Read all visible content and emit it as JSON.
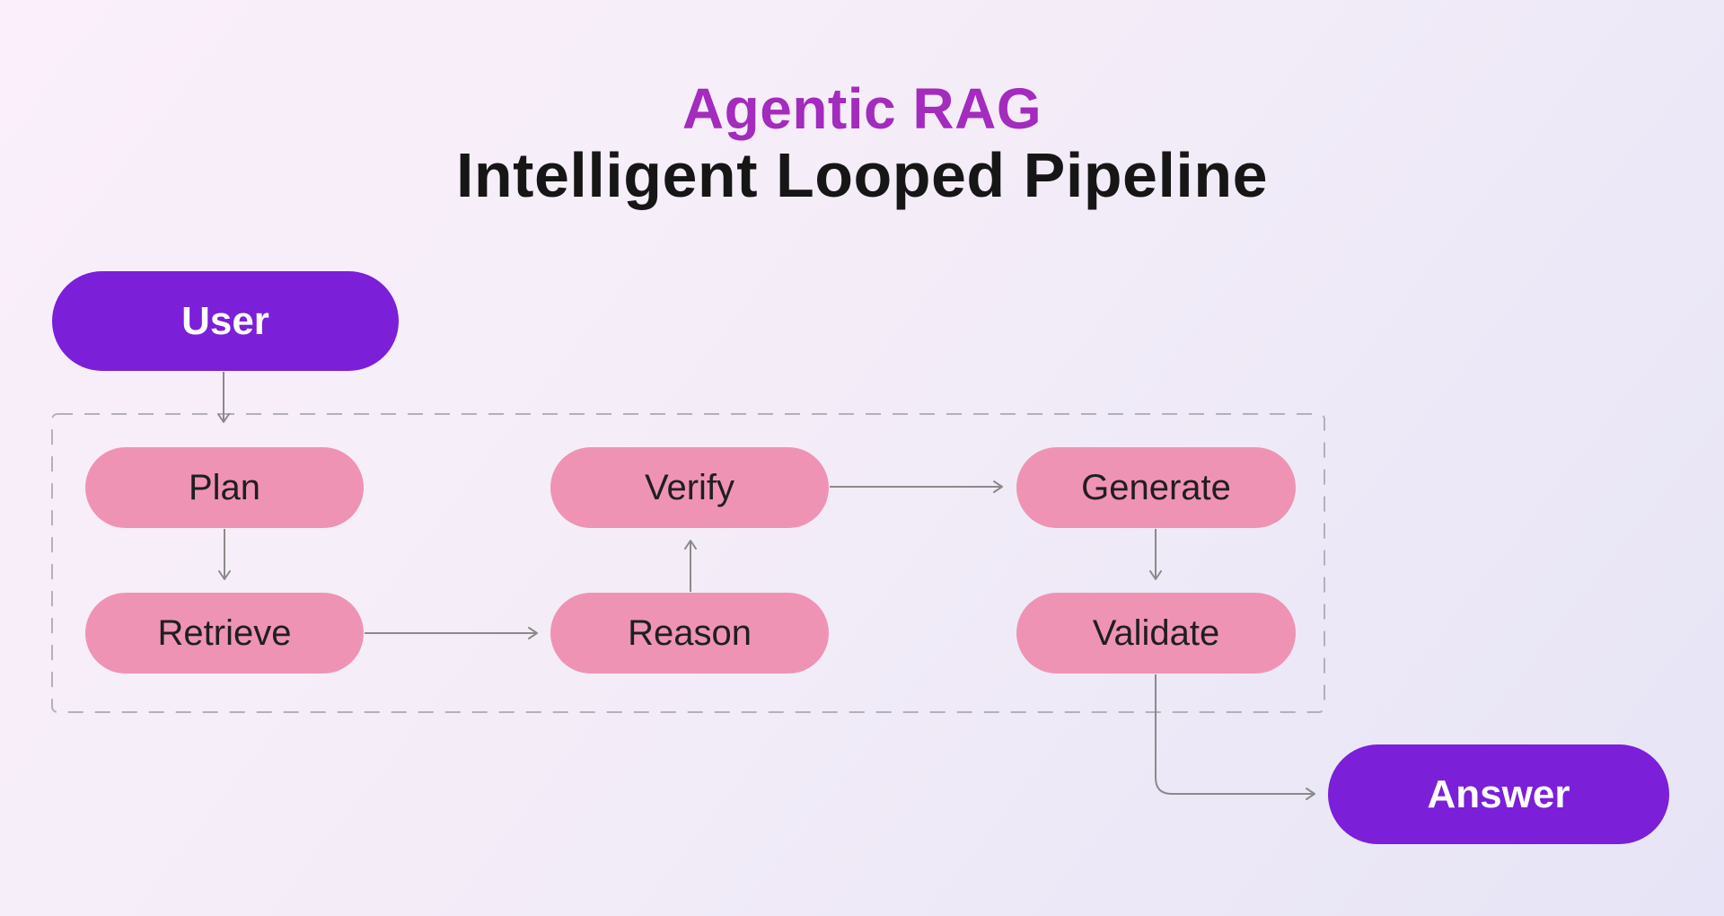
{
  "title": {
    "line1": "Agentic RAG",
    "line2": "Intelligent Looped Pipeline"
  },
  "colors": {
    "title_accent": "#a32bbe",
    "title_dark": "#161616",
    "node_purple": "#7b1fd8",
    "node_pink": "#ef93b4",
    "node_text_dark": "#1f1f1f",
    "node_text_light": "#ffffff",
    "arrow": "#8a8a8a",
    "dashed_border": "#b3b0bd",
    "bg_from": "#faeffa",
    "bg_mid": "#f4edf8",
    "bg_to": "#e6e4f6"
  },
  "nodes": [
    {
      "id": "user",
      "label": "User",
      "type": "terminal"
    },
    {
      "id": "plan",
      "label": "Plan",
      "type": "step"
    },
    {
      "id": "verify",
      "label": "Verify",
      "type": "step"
    },
    {
      "id": "generate",
      "label": "Generate",
      "type": "step"
    },
    {
      "id": "retrieve",
      "label": "Retrieve",
      "type": "step"
    },
    {
      "id": "reason",
      "label": "Reason",
      "type": "step"
    },
    {
      "id": "validate",
      "label": "Validate",
      "type": "step"
    },
    {
      "id": "answer",
      "label": "Answer",
      "type": "terminal"
    }
  ],
  "edges": [
    {
      "from": "user",
      "to": "plan"
    },
    {
      "from": "plan",
      "to": "retrieve"
    },
    {
      "from": "retrieve",
      "to": "reason"
    },
    {
      "from": "reason",
      "to": "verify"
    },
    {
      "from": "verify",
      "to": "generate"
    },
    {
      "from": "generate",
      "to": "validate"
    },
    {
      "from": "validate",
      "to": "answer"
    }
  ]
}
